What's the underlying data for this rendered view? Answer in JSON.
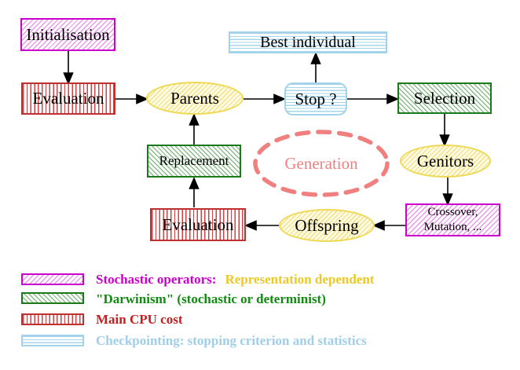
{
  "diagram": {
    "title_hint": "Evolutionary algorithm generation cycle",
    "nodes": {
      "initialisation": {
        "label": "Initialisation"
      },
      "evaluation_top": {
        "label": "Evaluation"
      },
      "parents": {
        "label": "Parents"
      },
      "stop": {
        "label": "Stop ?"
      },
      "best_individual": {
        "label": "Best individual"
      },
      "selection": {
        "label": "Selection"
      },
      "genitors": {
        "label": "Genitors"
      },
      "crossover_mutation": {
        "line1": "Crossover,",
        "line2": "Mutation, ..."
      },
      "offspring": {
        "label": "Offspring"
      },
      "evaluation_bottom": {
        "label": "Evaluation"
      },
      "replacement": {
        "label": "Replacement"
      },
      "generation": {
        "label": "Generation"
      }
    },
    "arrows": [
      "initialisation-to-evaluation",
      "evaluation-to-parents",
      "parents-to-stop",
      "stop-to-best-individual",
      "stop-to-selection",
      "selection-to-genitors",
      "genitors-to-crossover",
      "crossover-to-offspring",
      "offspring-to-evaluation",
      "evaluation-to-replacement",
      "replacement-to-parents"
    ],
    "legend": {
      "items": [
        {
          "pattern": "magenta-hatch",
          "text": "Stochastic operators:",
          "text2": "Representation dependent"
        },
        {
          "pattern": "green-hatch",
          "text": "\"Darwinism\" (stochastic or determinist)"
        },
        {
          "pattern": "red-vertical-stripes",
          "text": "Main CPU cost"
        },
        {
          "pattern": "cyan-horizontal-stripes",
          "text": "Checkpointing: stopping criterion and statistics"
        }
      ]
    },
    "colors": {
      "magenta": "#CC00CC",
      "green_border": "#1A7A1A",
      "green_text": "#118A11",
      "red_border": "#C03030",
      "red_text": "#C22020",
      "cyan_border": "#A3D3E8",
      "cyan_text": "#9FCFE8",
      "yellow_border": "#EDD955",
      "yellow_text": "#EDC926",
      "coral_dashed": "#F08080",
      "arrow": "#000000",
      "background": "#FFFFFF"
    }
  }
}
